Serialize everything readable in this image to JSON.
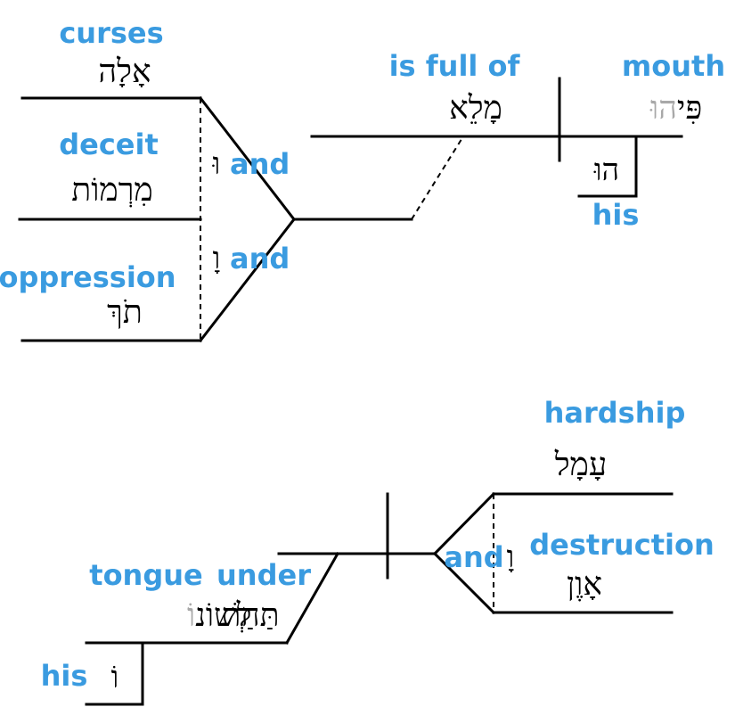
{
  "diagram": {
    "accent_color": "#3a9be0",
    "line_color": "#000000",
    "muted_color": "#a8a8a8",
    "top": {
      "curses": {
        "gloss": "curses",
        "hebrew": "אָלָה"
      },
      "deceit": {
        "gloss": "deceit",
        "hebrew": "מִרְמוֹת"
      },
      "oppression": {
        "gloss": "oppression",
        "hebrew": "תֹךְ"
      },
      "conj_1": {
        "gloss": "and",
        "hebrew": "וּ"
      },
      "conj_2": {
        "gloss": "and",
        "hebrew": "וָ"
      },
      "verb": {
        "gloss": "is full of",
        "hebrew": "מָלֵא"
      },
      "subject": {
        "gloss": "mouth",
        "hebrew_main": "פִּי",
        "hebrew_suffix": "הוּ"
      },
      "possessive": {
        "gloss": "his",
        "hebrew": "הוּ"
      }
    },
    "bottom": {
      "hardship": {
        "gloss": "hardship",
        "hebrew": "עָמָל"
      },
      "destruction": {
        "gloss": "destruction",
        "hebrew": "אָוֶן"
      },
      "conj": {
        "gloss": "and",
        "hebrew": "וָ"
      },
      "preposition": {
        "gloss": "under",
        "hebrew": "תַּחַת"
      },
      "object": {
        "gloss": "tongue",
        "hebrew_main": "לְשׁוֹנ",
        "hebrew_suffix": "וֹ"
      },
      "possessive": {
        "gloss": "his",
        "hebrew": "וֹ"
      }
    }
  }
}
